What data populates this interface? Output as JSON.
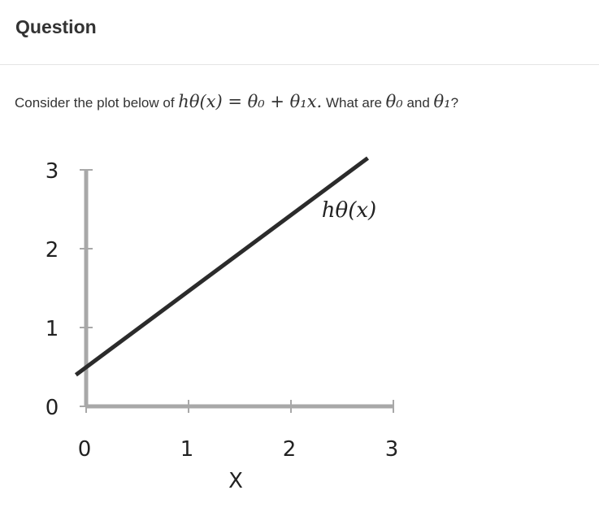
{
  "header": {
    "title": "Question"
  },
  "question": {
    "text_before": "Consider the plot below of ",
    "formula": "hθ(x) = θ₀ + θ₁x.",
    "text_middle": " What are ",
    "theta0": "θ₀",
    "text_and": " and ",
    "theta1": "θ₁",
    "text_end": "?"
  },
  "chart_data": {
    "type": "line",
    "title": "",
    "xlabel": "X",
    "ylabel": "",
    "xlim": [
      0,
      3
    ],
    "ylim": [
      0,
      3
    ],
    "x_ticks": [
      "0",
      "1",
      "2",
      "3"
    ],
    "y_ticks": [
      "0",
      "1",
      "2",
      "3"
    ],
    "series": [
      {
        "name": "hθ(x)",
        "x": [
          -0.1,
          2.75
        ],
        "y": [
          0.4,
          3.15
        ]
      }
    ],
    "annotation": "hθ(x)",
    "axis_color": "#a8a8a8",
    "line_color": "#2b2b2b",
    "grid": false
  }
}
